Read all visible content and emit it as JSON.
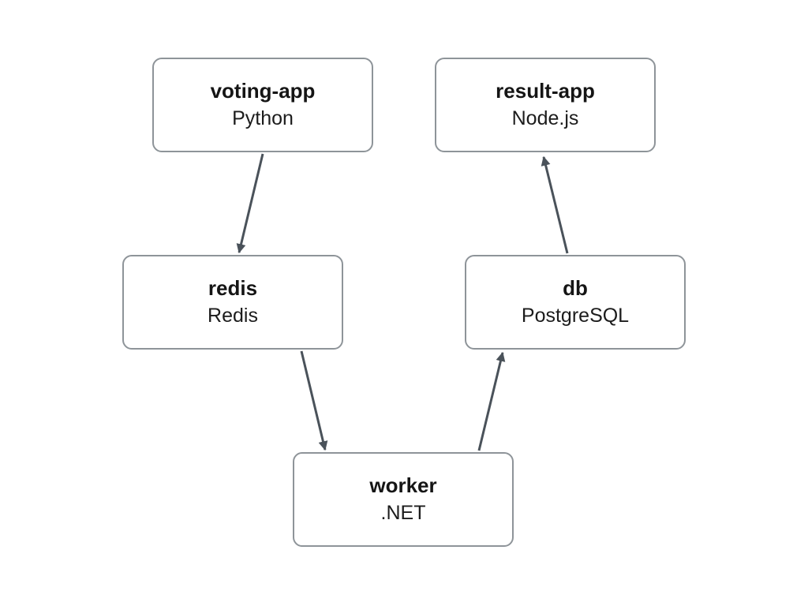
{
  "diagram": {
    "type": "architecture-flow",
    "nodes": [
      {
        "id": "voting-app",
        "name": "voting-app",
        "tech": "Python"
      },
      {
        "id": "result-app",
        "name": "result-app",
        "tech": "Node.js"
      },
      {
        "id": "redis",
        "name": "redis",
        "tech": "Redis"
      },
      {
        "id": "db",
        "name": "db",
        "tech": "PostgreSQL"
      },
      {
        "id": "worker",
        "name": "worker",
        "tech": ".NET"
      }
    ],
    "edges": [
      {
        "from": "voting-app",
        "to": "redis"
      },
      {
        "from": "redis",
        "to": "worker"
      },
      {
        "from": "worker",
        "to": "db"
      },
      {
        "from": "db",
        "to": "result-app"
      }
    ],
    "colors": {
      "node_border": "#8e9499",
      "node_background": "#ffffff",
      "text": "#1a1a1a",
      "arrow": "#4a525a",
      "page_background": "#ffffff"
    }
  }
}
